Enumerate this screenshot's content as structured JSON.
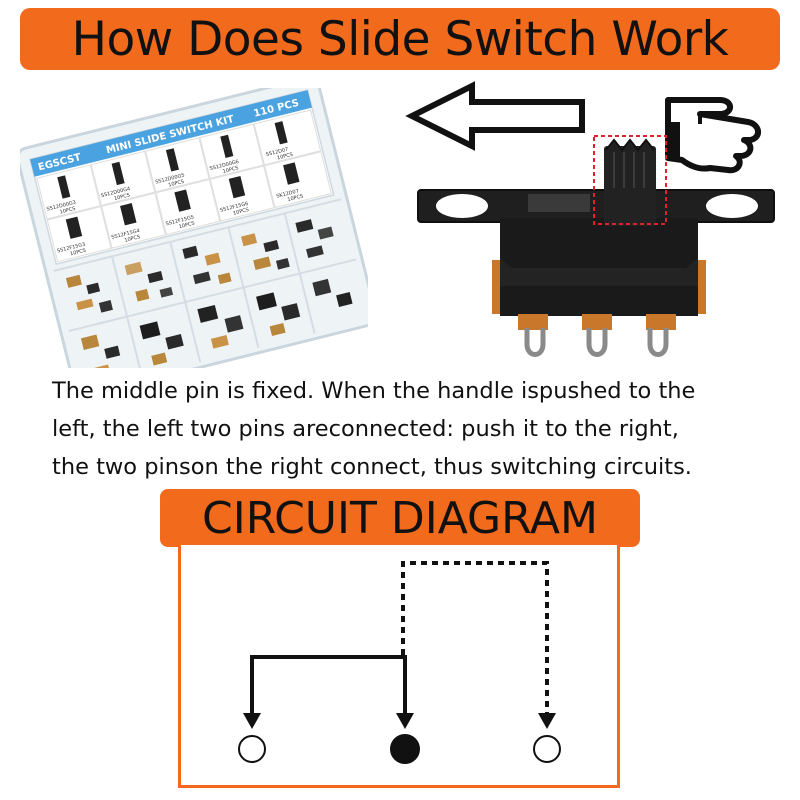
{
  "header": {
    "title": "How Does Slide Switch Work"
  },
  "kit": {
    "brand": "EGSCST",
    "name": "MINI SLIDE SWITCH KIT",
    "count": "110 PCS",
    "cells": [
      {
        "code": "SS12D00G3",
        "qty": "10PCS"
      },
      {
        "code": "SS12D00G4",
        "qty": "10PCS"
      },
      {
        "code": "SS12D00G5",
        "qty": "10PCS"
      },
      {
        "code": "SS12D00G6",
        "qty": "10PCS"
      },
      {
        "code": "SS12D07",
        "qty": "10PCS"
      },
      {
        "code": "SS12F15G3",
        "qty": "10PCS"
      },
      {
        "code": "SS12F15G4",
        "qty": "10PCS"
      },
      {
        "code": "SS12F15G5",
        "qty": "10PCS"
      },
      {
        "code": "SS12F15G6",
        "qty": "10PCS"
      },
      {
        "code": "SK12D07",
        "qty": "10PCS"
      }
    ]
  },
  "description": {
    "lines": [
      "The middle pin is fixed. When the handle ispushed to the",
      "left, the left two pins areconnected: push it to the right,",
      "the two pinson the right connect, thus switching circuits."
    ]
  },
  "circuit": {
    "title": "CIRCUIT DIAGRAM"
  },
  "colors": {
    "accent": "#f26a1b",
    "text": "#111111",
    "switch_body": "#2a2a2a",
    "pcb": "#c9772b"
  }
}
